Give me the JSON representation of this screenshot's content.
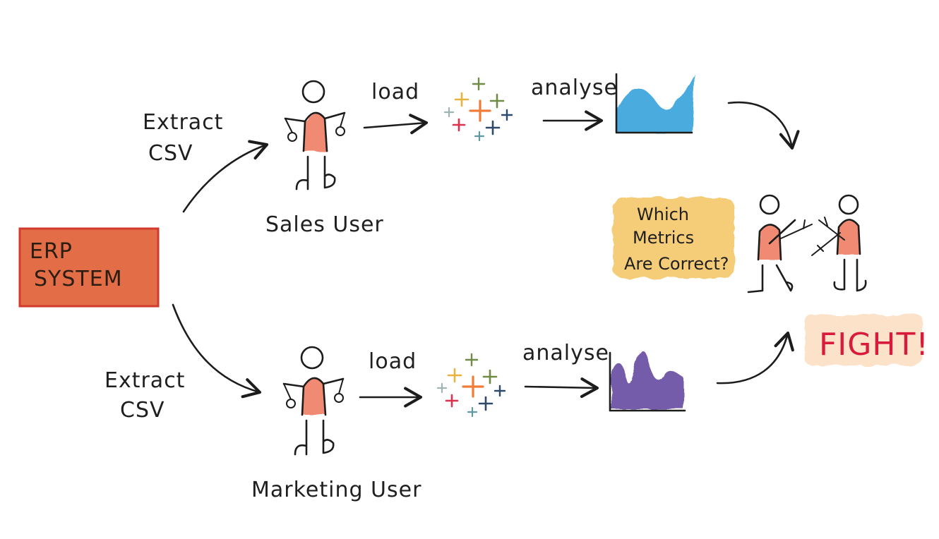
{
  "erp": {
    "line1": "ERP",
    "line2": "SYSTEM",
    "color": "#e2663e"
  },
  "top_branch": {
    "extract_line1": "Extract",
    "extract_line2": "CSV",
    "user_label": "Sales User",
    "load_label": "load",
    "analyse_label": "analyse",
    "chart_color": "#3aa5dc"
  },
  "bottom_branch": {
    "extract_line1": "Extract",
    "extract_line2": "CSV",
    "user_label": "Marketing User",
    "load_label": "load",
    "analyse_label": "analyse",
    "chart_color": "#6a4fa3"
  },
  "question": {
    "line1": "Which",
    "line2": "Metrics",
    "line3": "Are Correct?",
    "bg_color": "#f4c86b"
  },
  "fight": {
    "text": "FIGHT!",
    "color": "#d81b3c",
    "bg_color": "#fbe2c8"
  },
  "colors": {
    "person_body": "#f08a72",
    "plus_orange": "#f07c38",
    "plus_yellow": "#e9b340",
    "plus_green": "#6f8b45",
    "plus_red": "#e0304f",
    "plus_navy": "#2e4a6b",
    "plus_teal": "#5f9aa0",
    "plus_grey": "#9fb5b5"
  }
}
